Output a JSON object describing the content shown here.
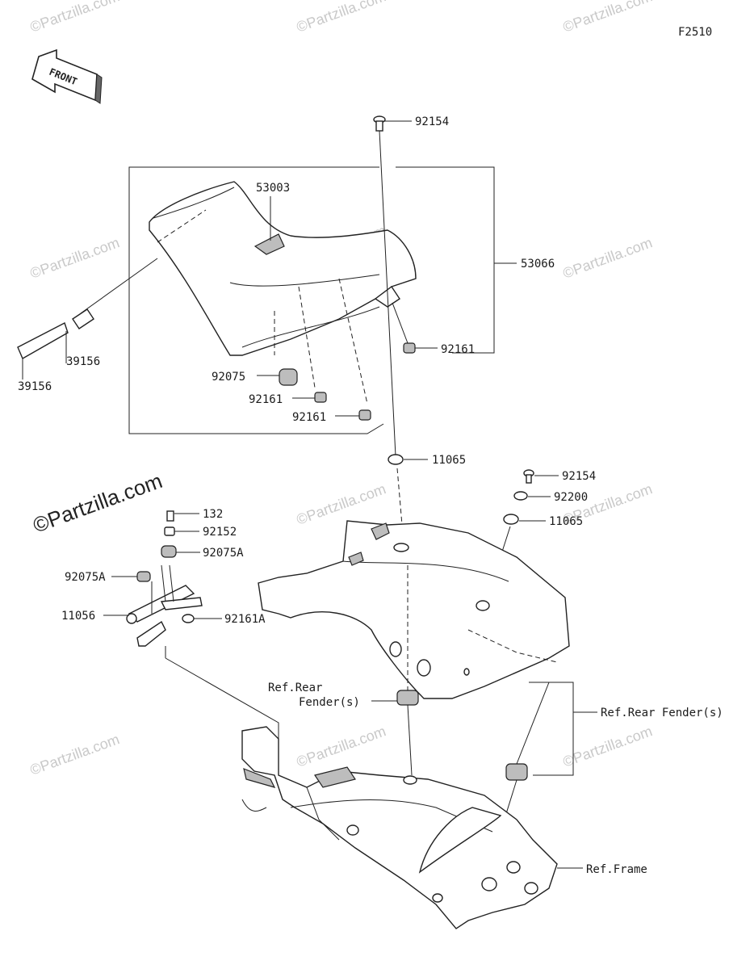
{
  "diagram_code": "F2510",
  "front_label": "FRONT",
  "watermark": "©Partzilla.com",
  "colors": {
    "line": "#222222",
    "watermark": "#c9c9c9",
    "shade": "#bdbdbd"
  },
  "labels": {
    "p92154_top": "92154",
    "p53003": "53003",
    "p53066": "53066",
    "p92161_r": "92161",
    "p39156_a": "39156",
    "p39156_b": "39156",
    "p92075": "92075",
    "p92161_m": "92161",
    "p92161_l": "92161",
    "p11065_top": "11065",
    "p92154_r": "92154",
    "p92200": "92200",
    "p11065_r": "11065",
    "p132": "132",
    "p92152": "92152",
    "p92075A_r": "92075A",
    "p92075A_l": "92075A",
    "p11056": "11056",
    "p92161A": "92161A",
    "ref_rear_1": "Ref.Rear",
    "ref_rear_2": "Fender(s)",
    "ref_rear_fender": "Ref.Rear Fender(s)",
    "ref_frame": "Ref.Frame"
  }
}
